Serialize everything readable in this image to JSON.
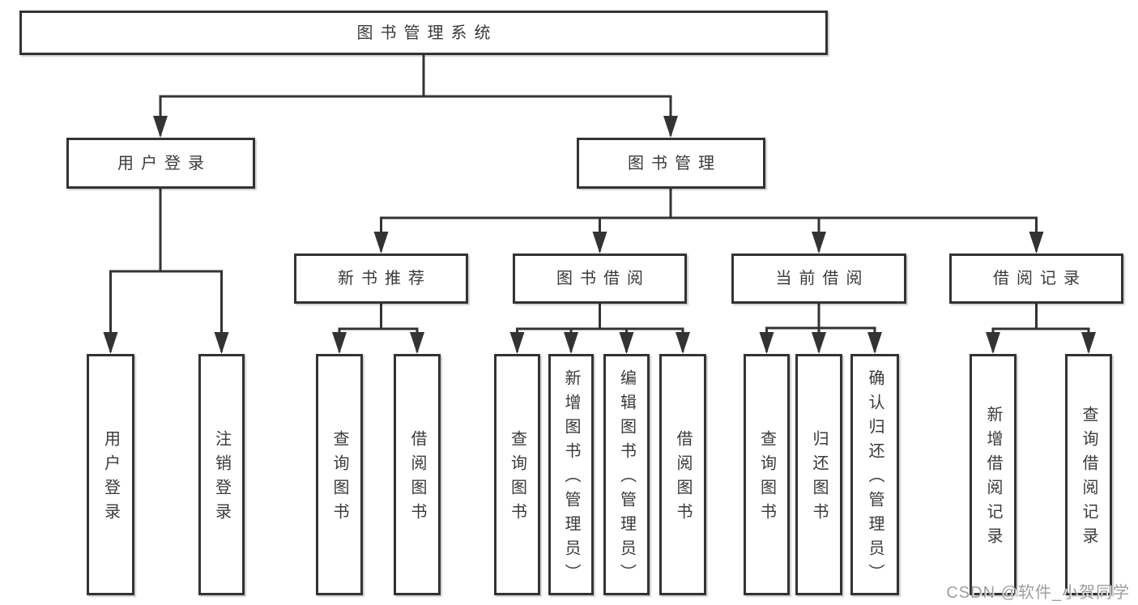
{
  "diagram": {
    "line_color": "#333333",
    "root": {
      "label": "图书管理系统"
    },
    "level2": [
      {
        "label": "用户登录"
      },
      {
        "label": "图书管理"
      }
    ],
    "level3": [
      {
        "label": "新书推荐"
      },
      {
        "label": "图书借阅"
      },
      {
        "label": "当前借阅"
      },
      {
        "label": "借阅记录"
      }
    ],
    "leaves": [
      {
        "label": "用户登录"
      },
      {
        "label": "注销登录"
      },
      {
        "label": "查询图书"
      },
      {
        "label": "借阅图书"
      },
      {
        "label": "查询图书"
      },
      {
        "label": "新增图书（管理员）"
      },
      {
        "label": "编辑图书（管理员）"
      },
      {
        "label": "借阅图书"
      },
      {
        "label": "查询图书"
      },
      {
        "label": "归还图书"
      },
      {
        "label": "确认归还（管理员）"
      },
      {
        "label": "新增借阅记录"
      },
      {
        "label": "查询借阅记录"
      }
    ]
  },
  "watermark": {
    "text": "CSDN @软件_小贺同学",
    "color": "#9e9e9e"
  }
}
